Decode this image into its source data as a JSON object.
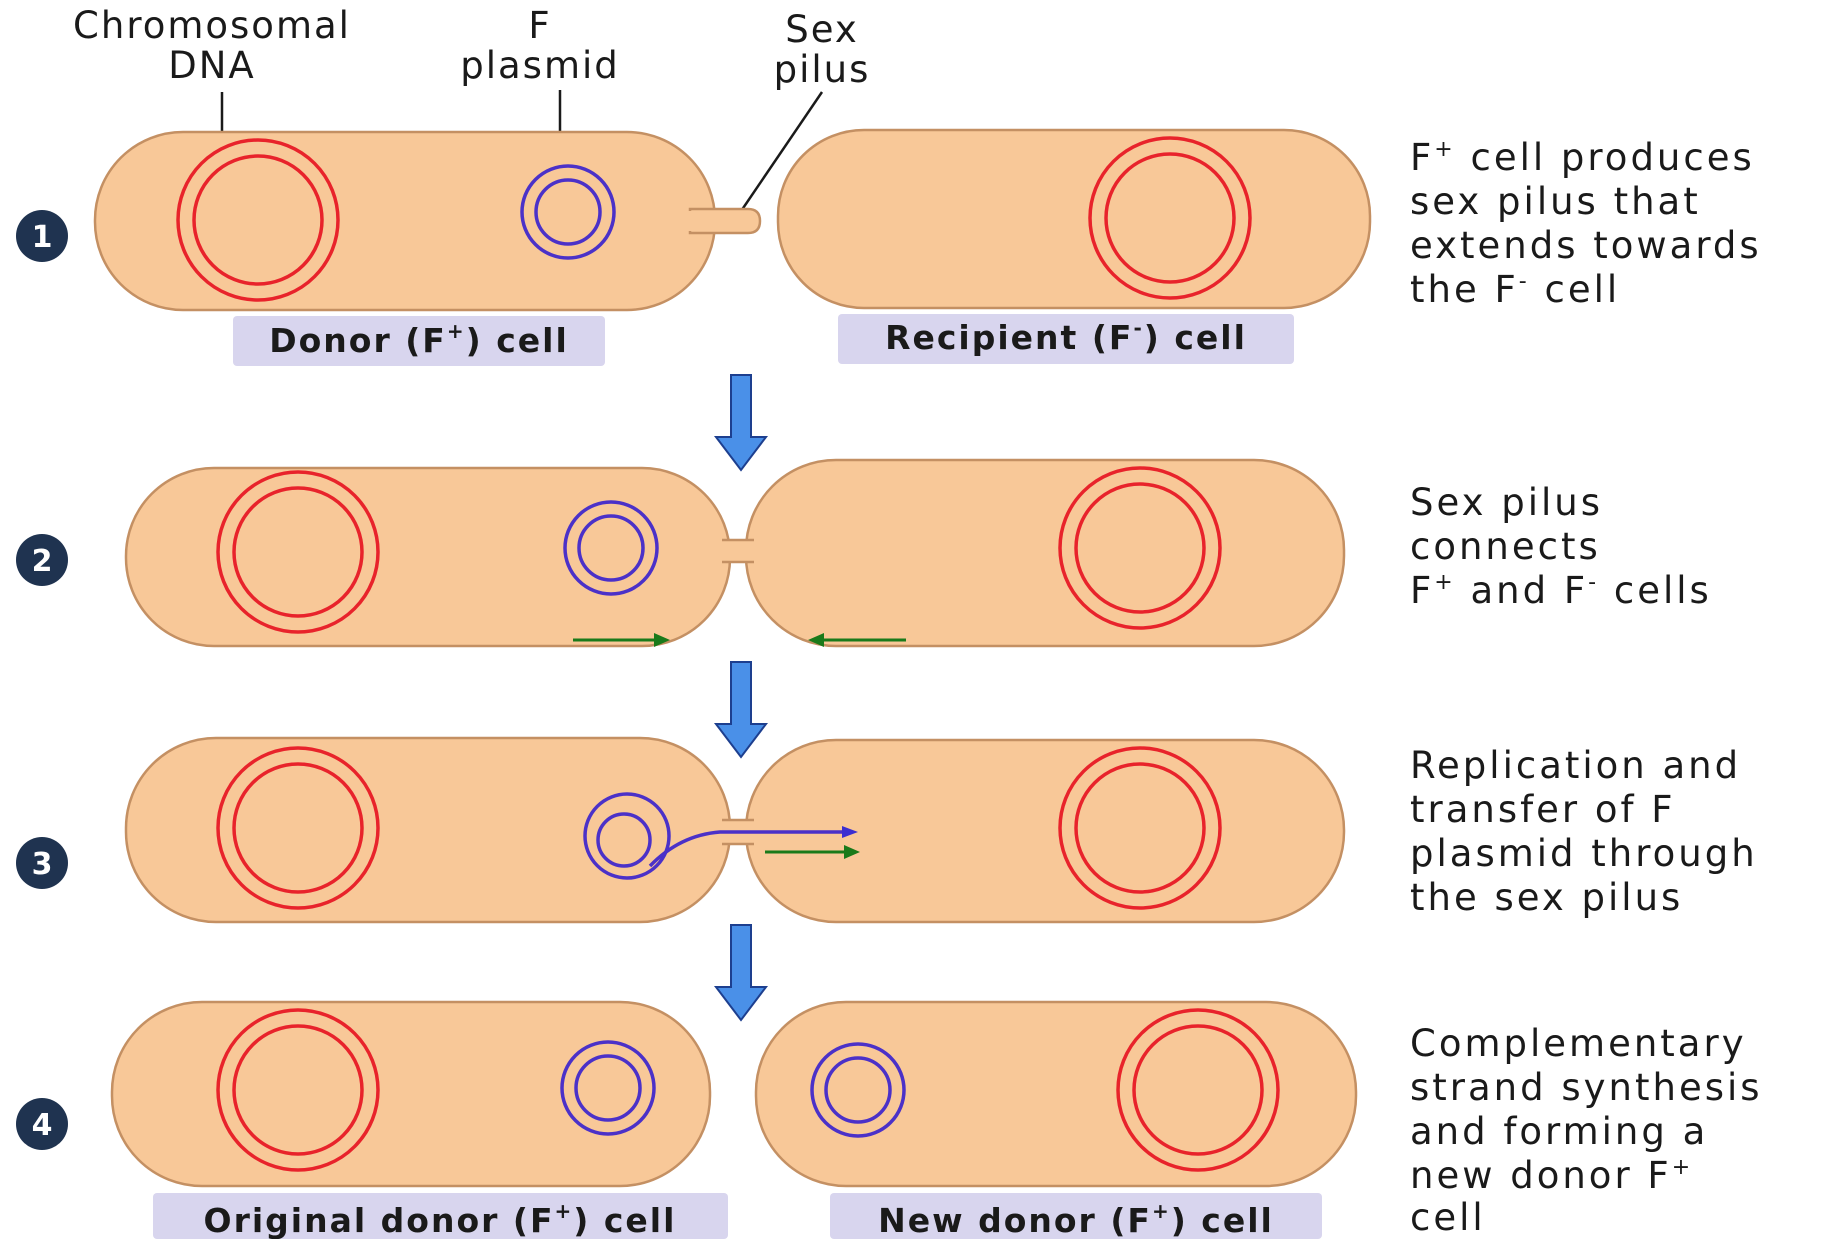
{
  "callouts": {
    "chromosomal_dna": [
      "Chromosomal",
      "DNA"
    ],
    "f_plasmid": [
      "F",
      "plasmid"
    ],
    "sex_pilus": [
      "Sex",
      "pilus"
    ]
  },
  "steps": [
    {
      "number": "1",
      "description": [
        {
          "pre": "F",
          "sup": "+",
          "post": " cell produces"
        },
        {
          "pre": "sex pilus that",
          "sup": "",
          "post": ""
        },
        {
          "pre": "extends towards",
          "sup": "",
          "post": ""
        },
        {
          "pre": "the F",
          "sup": "-",
          "post": " cell"
        }
      ],
      "tags": [
        {
          "pre": "Donor (F",
          "sup": "+",
          "post": ") cell"
        },
        {
          "pre": "Recipient (F",
          "sup": "-",
          "post": ") cell"
        }
      ]
    },
    {
      "number": "2",
      "description": [
        {
          "pre": "Sex pilus",
          "sup": "",
          "post": ""
        },
        {
          "pre": "connects",
          "sup": "",
          "post": ""
        },
        {
          "pre": "F",
          "sup": "+",
          "post": " and F",
          "sup2": "-",
          "post2": " cells"
        }
      ],
      "tags": []
    },
    {
      "number": "3",
      "description": [
        {
          "pre": "Replication and",
          "sup": "",
          "post": ""
        },
        {
          "pre": "transfer of F",
          "sup": "",
          "post": ""
        },
        {
          "pre": "plasmid through",
          "sup": "",
          "post": ""
        },
        {
          "pre": "the sex pilus",
          "sup": "",
          "post": ""
        }
      ],
      "tags": []
    },
    {
      "number": "4",
      "description": [
        {
          "pre": "Complementary",
          "sup": "",
          "post": ""
        },
        {
          "pre": "strand synthesis",
          "sup": "",
          "post": ""
        },
        {
          "pre": "and forming a",
          "sup": "",
          "post": ""
        },
        {
          "pre": "new donor F",
          "sup": "+",
          "post": ""
        },
        {
          "pre": "cell",
          "sup": "",
          "post": ""
        }
      ],
      "tags": [
        {
          "pre": "Original donor (F",
          "sup": "+",
          "post": ") cell"
        },
        {
          "pre": "New donor (F",
          "sup": "+",
          "post": ") cell"
        }
      ]
    }
  ],
  "colors": {
    "cell_fill": "#f8c898",
    "chromosome": "#e8232b",
    "plasmid": "#4b31c8",
    "step_arrow": "#4a90e8",
    "movement_arrow": "#1a7a1a",
    "label_background": "#d8d5ee",
    "badge": "#1f3350"
  }
}
